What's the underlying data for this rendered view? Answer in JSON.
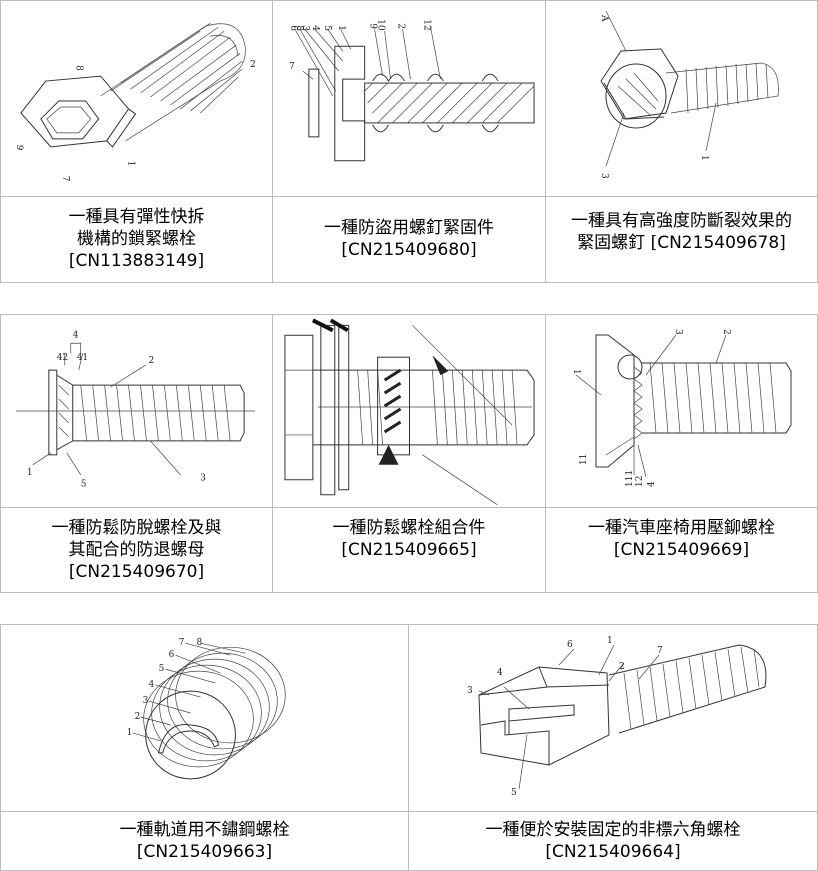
{
  "patents": [
    {
      "title_lines": [
        "一種具有彈性快拆",
        "機構的鎖緊螺栓"
      ],
      "number": "[CN113883149]",
      "callouts": [
        "8",
        "2",
        "6",
        "7",
        "1"
      ]
    },
    {
      "title_lines": [
        "一種防盜用螺釘緊固件"
      ],
      "number": "[CN215409680]",
      "callouts": [
        "6",
        "8",
        "3",
        "4",
        "5",
        "1",
        "9",
        "10",
        "2",
        "12",
        "7"
      ]
    },
    {
      "title_lines": [
        "一種具有高強度防斷裂效果的",
        "緊固螺釘 [CN215409678]"
      ],
      "number": "",
      "callouts": [
        "A",
        "3",
        "1"
      ]
    },
    {
      "title_lines": [
        "一種防鬆防脫螺栓及與",
        "其配合的防退螺母"
      ],
      "number": "[CN215409670]",
      "callouts": [
        "4",
        "42",
        "41",
        "2",
        "1",
        "5",
        "3"
      ]
    },
    {
      "title_lines": [
        "一種防鬆螺栓組合件"
      ],
      "number": "[CN215409665]",
      "callouts": []
    },
    {
      "title_lines": [
        "一種汽車座椅用壓鉚螺栓"
      ],
      "number": "[CN215409669]",
      "callouts": [
        "1",
        "3",
        "2",
        "11",
        "111",
        "12",
        "4"
      ]
    },
    {
      "title_lines": [
        "一種軌道用不鏽鋼螺栓"
      ],
      "number": "[CN215409663]",
      "callouts": [
        "7",
        "8",
        "6",
        "5",
        "4",
        "3",
        "2",
        "1"
      ]
    },
    {
      "title_lines": [
        "一種便於安裝固定的非標六角螺栓"
      ],
      "number": "[CN215409664]",
      "callouts": [
        "6",
        "1",
        "2",
        "7",
        "4",
        "3",
        "5"
      ]
    }
  ]
}
